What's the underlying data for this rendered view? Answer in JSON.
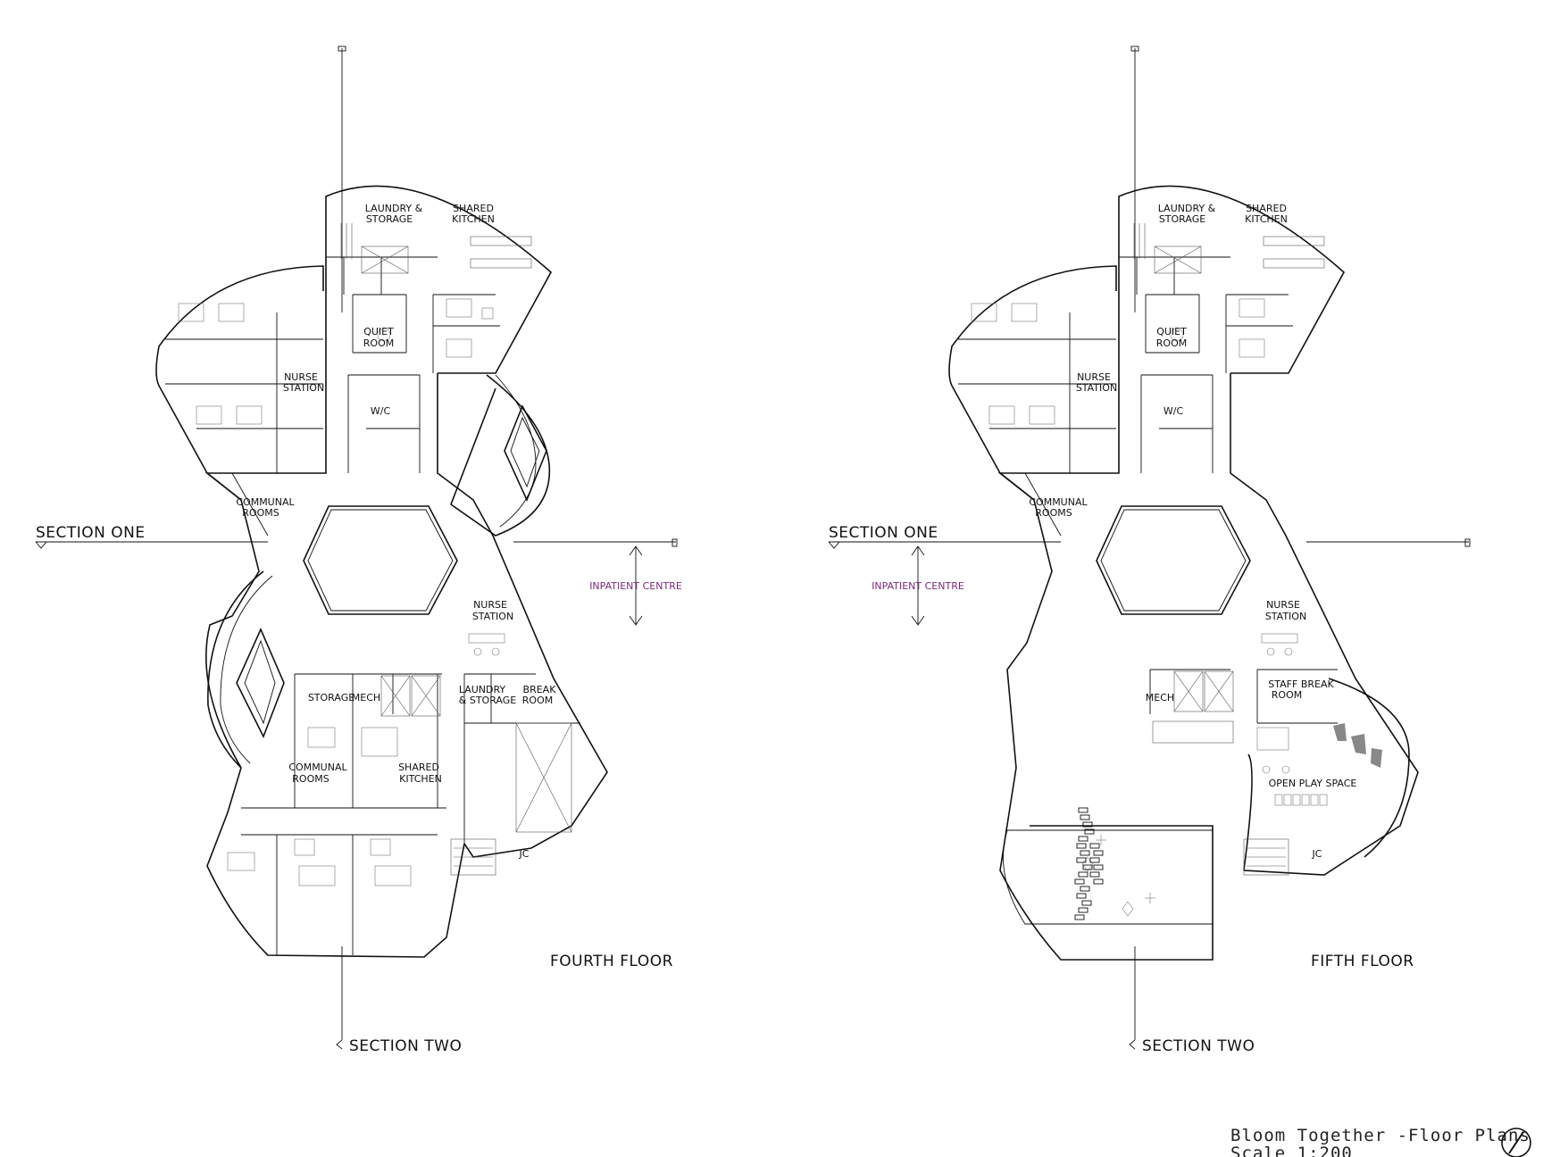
{
  "sheet": {
    "title": "Bloom Together -Floor Plans",
    "scale": "Scale 1:200"
  },
  "sections": {
    "one": "SECTION ONE",
    "two": "SECTION TWO"
  },
  "inpatient_label": "INPATIENT CENTRE",
  "fourth_floor": {
    "name": "FOURTH FLOOR",
    "rooms": {
      "laundry_storage_top": [
        "LAUNDRY &",
        "STORAGE"
      ],
      "shared_kitchen_top": [
        "SHARED",
        "KITCHEN"
      ],
      "quiet_room": [
        "QUIET",
        "ROOM"
      ],
      "nurse_station_left": [
        "NURSE",
        "STATION"
      ],
      "wc": "W/C",
      "communal_rooms_left": [
        "COMMUNAL",
        "ROOMS"
      ],
      "nurse_station_right": [
        "NURSE",
        "STATION"
      ],
      "storage": "STORAGE",
      "mech": "MECH",
      "laundry_storage_bottom": [
        "LAUNDRY",
        "& STORAGE"
      ],
      "break_room": [
        "BREAK",
        "ROOM"
      ],
      "communal_rooms_bottom": [
        "COMMUNAL",
        "ROOMS"
      ],
      "shared_kitchen_bottom": [
        "SHARED",
        "KITCHEN"
      ],
      "jc": "JC"
    }
  },
  "fifth_floor": {
    "name": "FIFTH FLOOR",
    "rooms": {
      "laundry_storage_top": [
        "LAUNDRY &",
        "STORAGE"
      ],
      "shared_kitchen_top": [
        "SHARED",
        "KITCHEN"
      ],
      "quiet_room": [
        "QUIET",
        "ROOM"
      ],
      "nurse_station_left": [
        "NURSE",
        "STATION"
      ],
      "wc": "W/C",
      "communal_rooms_left": [
        "COMMUNAL",
        "ROOMS"
      ],
      "nurse_station_right": [
        "NURSE",
        "STATION"
      ],
      "mech": "MECH",
      "staff_break_room": [
        "STAFF BREAK",
        "ROOM"
      ],
      "open_play_space": "OPEN PLAY SPACE",
      "jc": "JC"
    }
  }
}
